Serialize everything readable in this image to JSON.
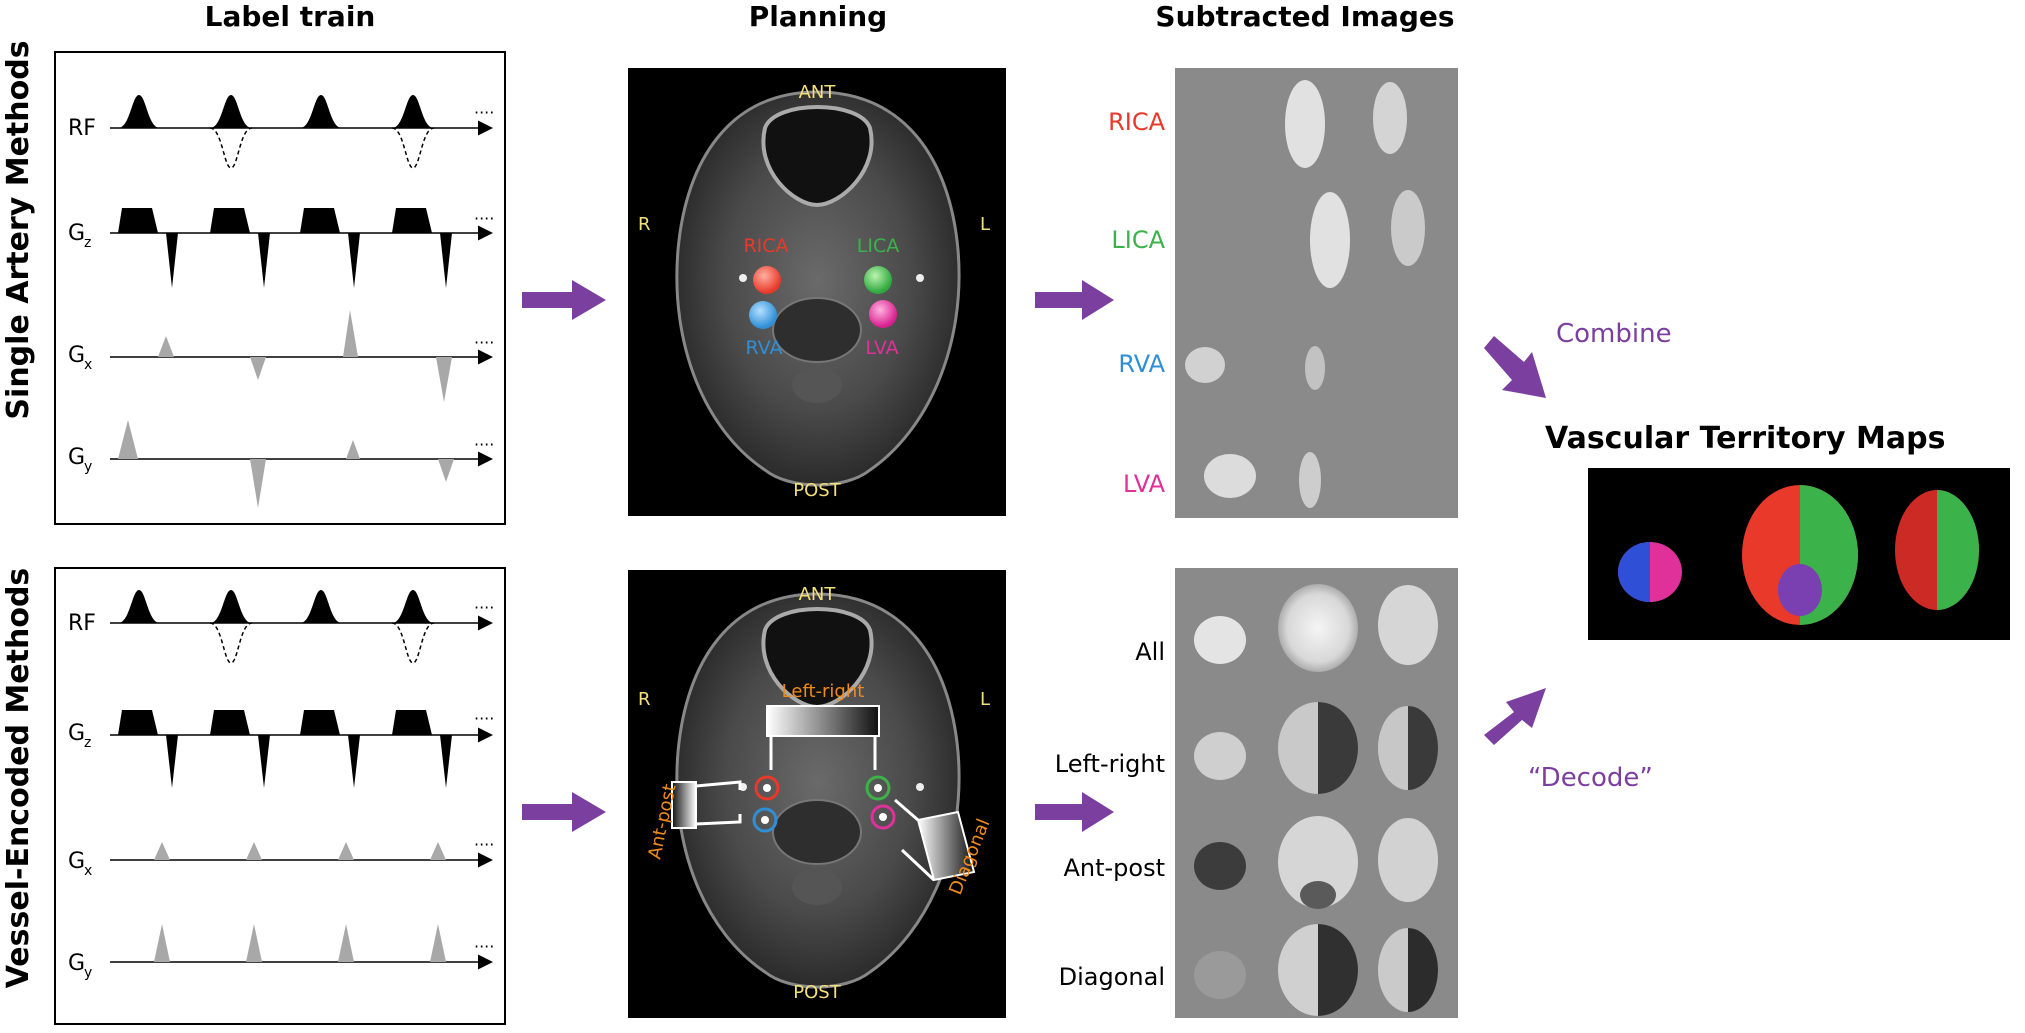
{
  "headers": {
    "label_train": "Label train",
    "planning": "Planning",
    "subtracted": "Subtracted Images"
  },
  "side_labels": {
    "single": "Single Artery Methods",
    "vessel": "Vessel-Encoded Methods"
  },
  "waveform_labels": {
    "rf": "RF",
    "gz_main": "G",
    "gz_sub": "z",
    "gx_main": "G",
    "gx_sub": "x",
    "gy_main": "G",
    "gy_sub": "y",
    "ellipsis": "····"
  },
  "planning": {
    "ant": "ANT",
    "post": "POST",
    "r": "R",
    "l": "L",
    "rica": "RICA",
    "lica": "LICA",
    "rva": "RVA",
    "lva": "LVA",
    "left_right": "Left-right",
    "ant_post": "Ant-post",
    "diagonal": "Diagonal"
  },
  "rows_single": [
    "RICA",
    "LICA",
    "RVA",
    "LVA"
  ],
  "rows_vessel": [
    "All",
    "Left-right",
    "Ant-post",
    "Diagonal"
  ],
  "actions": {
    "combine": "Combine",
    "decode": "“Decode”"
  },
  "maps_title": "Vascular Territory Maps",
  "colors": {
    "purple": "#7b3fa0",
    "rica": "#e8392a",
    "lica": "#3cb24a",
    "rva": "#2f8fd6",
    "lva": "#e0309a",
    "orange": "#f08a1c",
    "yellow": "#f2e07a",
    "grey_pulse": "#a8a8a8"
  }
}
